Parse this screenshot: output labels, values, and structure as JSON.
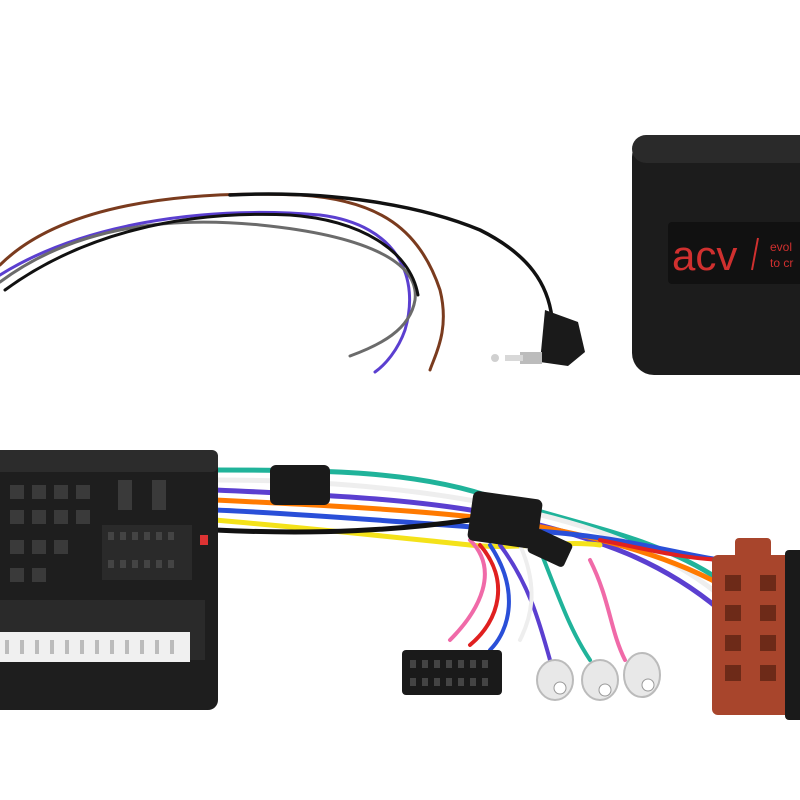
{
  "product": {
    "logo_text": "acv",
    "slogan_line1": "evol",
    "slogan_line2": "to cr"
  },
  "colors": {
    "background": "#ffffff",
    "module_body": "#1c1c1c",
    "logo_red": "#d0302f",
    "quadlock": "#1e1e1e",
    "iso_connector": "#a8452c",
    "wire_brown": "#7a3b1e",
    "wire_purple": "#5b3fd0",
    "wire_black": "#111111",
    "wire_gray": "#6b6b6b",
    "wire_orange": "#ff7a00",
    "wire_green": "#20b39a",
    "wire_yellow": "#f4e21a",
    "wire_red": "#e02020",
    "wire_blue": "#2a4fd8",
    "wire_pink": "#f06aa8",
    "wire_white": "#eeeeee"
  },
  "icons": [
    "quadlock-connector",
    "iso-connector",
    "interface-module",
    "audio-jack",
    "sub-d-connector",
    "ring-terminal"
  ]
}
